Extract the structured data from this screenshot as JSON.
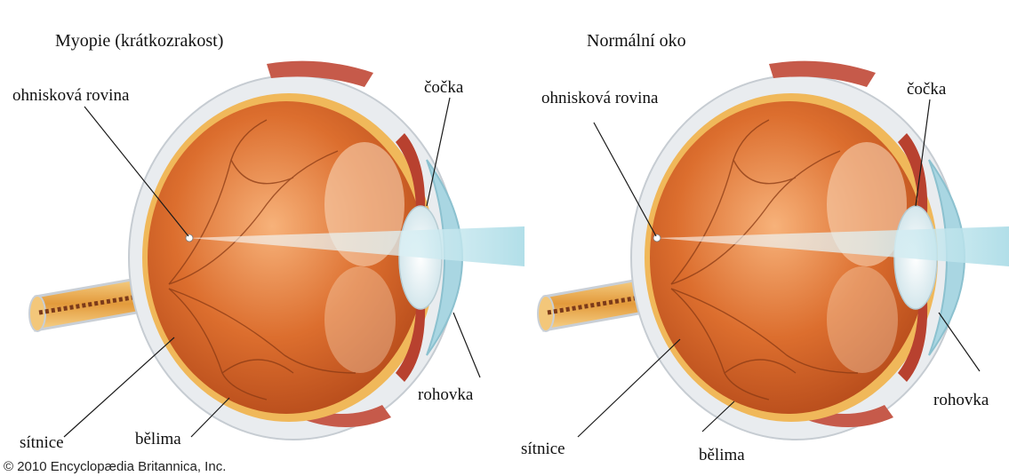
{
  "panels": [
    {
      "title": "Myopie (krátkozrakost)",
      "labels": {
        "focal_plane": "ohnisková rovina",
        "lens": "čočka",
        "cornea": "rohovka",
        "retina": "sítnice",
        "sclera": "bělima"
      }
    },
    {
      "title": "Normální oko",
      "labels": {
        "focal_plane": "ohnisková rovina",
        "lens": "čočka",
        "cornea": "rohovka",
        "retina": "sítnice",
        "sclera": "bělima"
      }
    }
  ],
  "credit": "© 2010 Encyclopædia Britannica, Inc.",
  "colors": {
    "vitreous": "#d9692a",
    "vitreous_light": "#f3b07a",
    "sclera": "#e9ecef",
    "retina_band": "#f0b85a",
    "light_beam": "#bfe3ea",
    "cornea": "#a9d6e2",
    "lens": "#e8f3f6",
    "vessels": "#8a3a14"
  }
}
